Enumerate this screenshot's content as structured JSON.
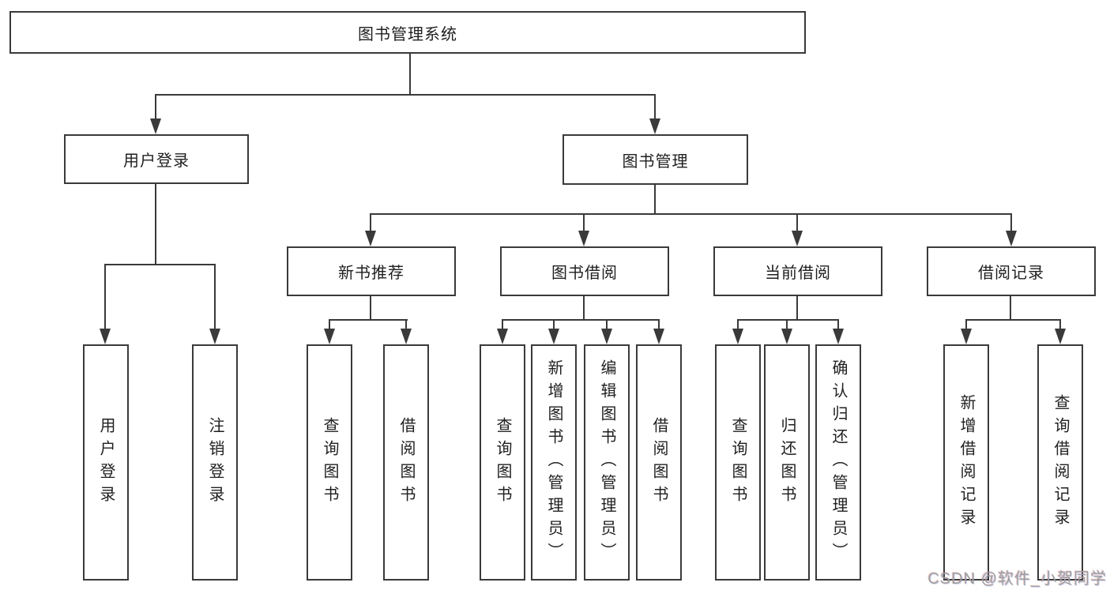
{
  "colors": {
    "line": "#3a3a3a",
    "box_background": "#ffffff",
    "text": "#1f1f1f",
    "watermark": "#9e9e9e"
  },
  "diagram": {
    "title": "图书管理系统",
    "level2": {
      "user_login": "用户登录",
      "book_management": "图书管理"
    },
    "level3": {
      "new_book_recommend": "新书推荐",
      "book_borrow": "图书借阅",
      "current_borrow": "当前借阅",
      "borrow_records": "借阅记录"
    },
    "leaves": {
      "user_login": "用户登录",
      "logout": "注销登录",
      "rec_query_books": "查询图书",
      "rec_borrow_books": "借阅图书",
      "bb_query_books": "查询图书",
      "bb_add_books": "新增图书（管理员）",
      "bb_edit_books": "编辑图书（管理员）",
      "bb_borrow_books": "借阅图书",
      "cb_query_books": "查询图书",
      "cb_return_books": "归还图书",
      "cb_confirm_return": "确认归还（管理员）",
      "br_add_record": "新增借阅记录",
      "br_query_record": "查询借阅记录"
    }
  },
  "watermark": {
    "text": "CSDN @软件_小贺同学"
  }
}
